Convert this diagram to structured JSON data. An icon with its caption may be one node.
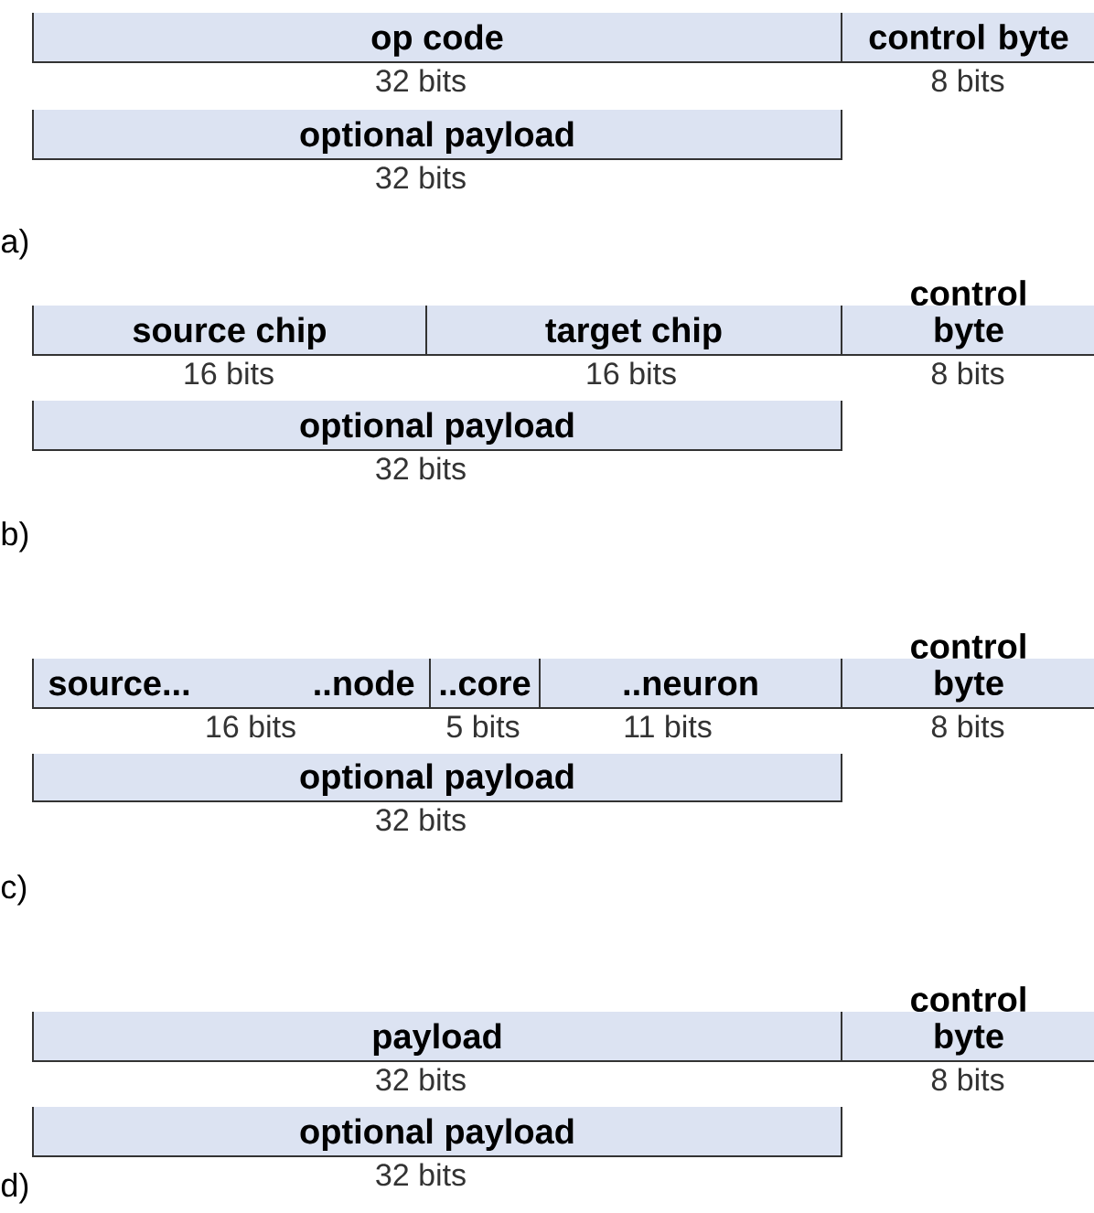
{
  "diagram": {
    "nodes": [
      {
        "text": [
          "op code"
        ],
        "beside": [
          "32 bits"
        ]
      },
      {
        "text": [
          "control byte"
        ],
        "beside": [
          "8 bits"
        ]
      },
      {
        "text": [
          "optional payload"
        ],
        "beside": [
          "32 bits"
        ]
      },
      {
        "text": [
          "source chip"
        ],
        "beside": [
          "16 bits"
        ]
      },
      {
        "text": [
          "target chip"
        ],
        "beside": [
          "16 bits"
        ]
      },
      {
        "text": [
          "control byte"
        ],
        "beside": [
          "8 bits"
        ]
      },
      {
        "text": [
          "optional payload"
        ],
        "beside": [
          "32 bits"
        ]
      },
      {
        "text": [
          "source...",
          "..node"
        ],
        "beside": [
          "16 bits"
        ]
      },
      {
        "text": [
          "..core"
        ],
        "beside": [
          "5 bits"
        ]
      },
      {
        "text": [
          "..neuron"
        ],
        "beside": [
          "11 bits"
        ]
      },
      {
        "text": [
          "control byte"
        ],
        "beside": [
          "8 bits"
        ]
      },
      {
        "text": [
          "optional payload"
        ],
        "beside": [
          "32 bits"
        ]
      },
      {
        "text": [
          "payload"
        ],
        "beside": [
          "32 bits"
        ]
      },
      {
        "text": [
          "control byte"
        ],
        "beside": [
          "8 bits"
        ]
      },
      {
        "text": [
          "optional payload"
        ],
        "beside": [
          "32 bits"
        ]
      }
    ],
    "labels": [
      "a)",
      "b)",
      "c)",
      "d)"
    ]
  }
}
